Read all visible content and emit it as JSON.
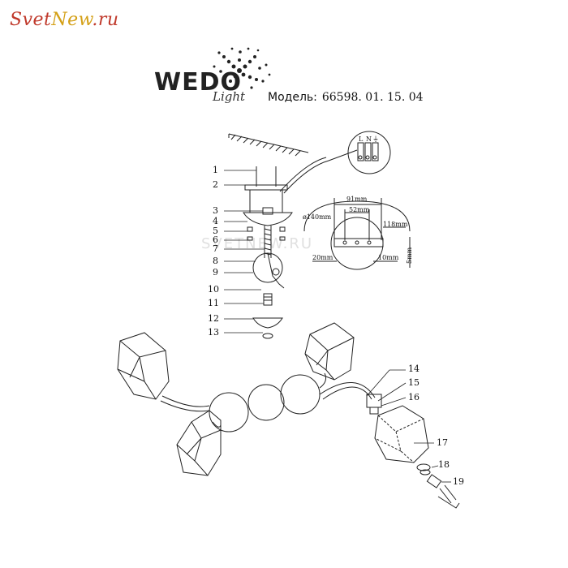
{
  "site_logo": {
    "text_part1": "Svet",
    "text_part2": "New",
    "text_part3": ".ru"
  },
  "brand": {
    "name": "WEDO",
    "sub": "Light"
  },
  "model": {
    "label": "Модель:",
    "number": "66598. 01. 15. 04"
  },
  "watermark": "SVETNEW.RU",
  "dimensions": {
    "d140": "ø140mm",
    "d91": "91mm",
    "d52": "52mm",
    "d118": "118mm",
    "d20": "20mm",
    "d10": "10mm",
    "d5": "5mm"
  },
  "wiring_labels": [
    "L",
    "N",
    "⏚"
  ],
  "callouts": [
    "1",
    "2",
    "3",
    "4",
    "5",
    "6",
    "7",
    "8",
    "9",
    "10",
    "11",
    "12",
    "13",
    "14",
    "15",
    "16",
    "17",
    "18",
    "19"
  ]
}
